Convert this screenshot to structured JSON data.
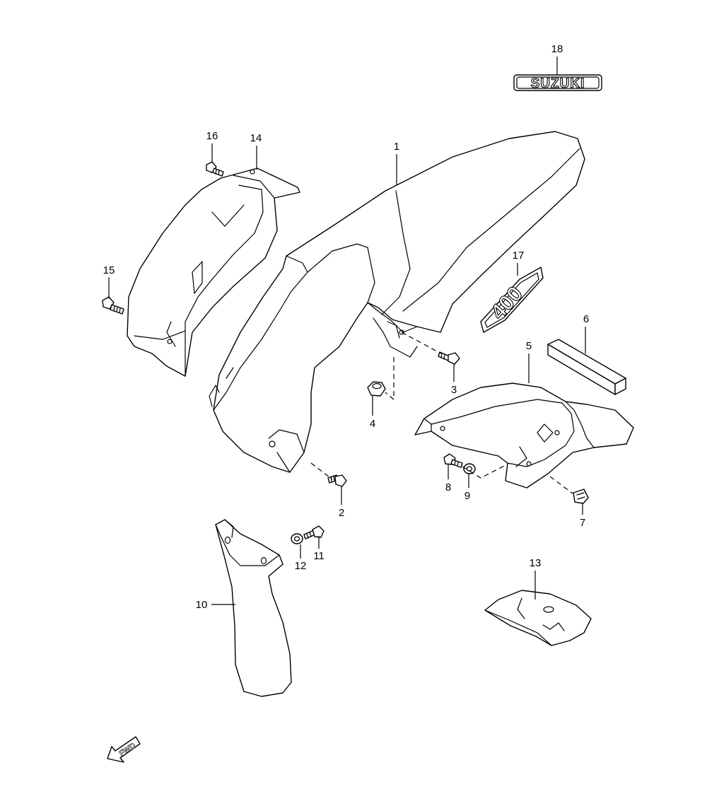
{
  "callouts": [
    {
      "id": "1",
      "label": "1"
    },
    {
      "id": "2",
      "label": "2"
    },
    {
      "id": "3",
      "label": "3"
    },
    {
      "id": "4",
      "label": "4"
    },
    {
      "id": "5",
      "label": "5"
    },
    {
      "id": "6",
      "label": "6"
    },
    {
      "id": "7",
      "label": "7"
    },
    {
      "id": "8",
      "label": "8"
    },
    {
      "id": "9",
      "label": "9"
    },
    {
      "id": "10",
      "label": "10"
    },
    {
      "id": "11",
      "label": "11"
    },
    {
      "id": "12",
      "label": "12"
    },
    {
      "id": "13",
      "label": "13"
    },
    {
      "id": "14",
      "label": "14"
    },
    {
      "id": "15",
      "label": "15"
    },
    {
      "id": "16",
      "label": "16"
    },
    {
      "id": "17",
      "label": "17"
    },
    {
      "id": "18",
      "label": "18"
    }
  ],
  "emblem": {
    "text": "SUZUKI"
  },
  "side_tag": {
    "text": "400"
  },
  "direction_marker": {
    "text": "FWD",
    "icon": "fwd-arrow-icon"
  },
  "colors": {
    "ink": "#000000",
    "paper": "#ffffff"
  }
}
